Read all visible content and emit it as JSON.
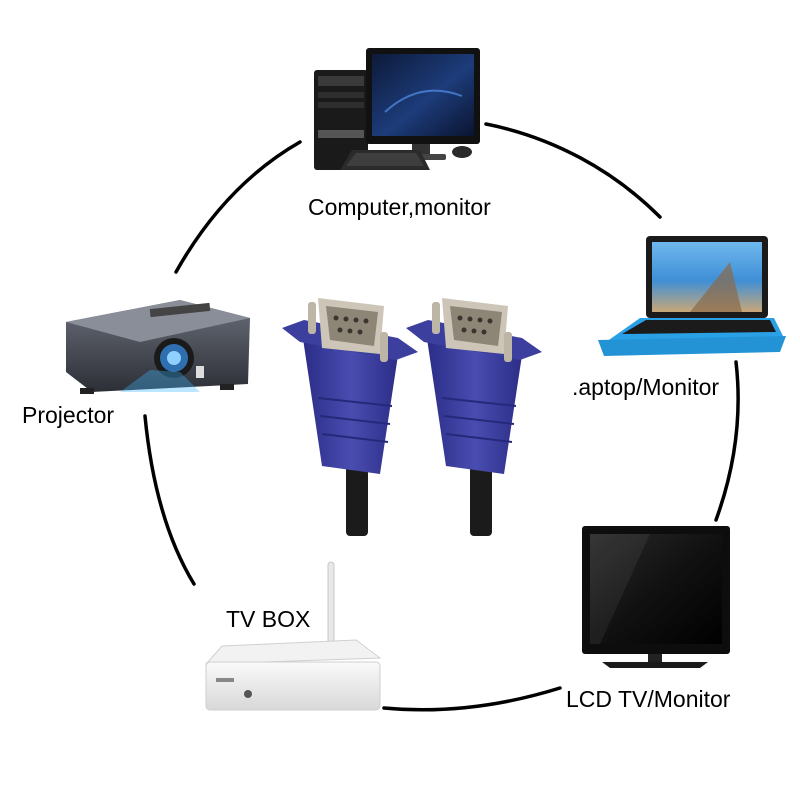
{
  "labels": {
    "computer": "Computer,monitor",
    "laptop": ".aptop/Monitor",
    "projector": "Projector",
    "tv_box": "TV BOX",
    "lcd": "LCD TV/Monitor"
  },
  "icons": {
    "computer": "desktop-computer-icon",
    "laptop": "laptop-icon",
    "projector": "projector-icon",
    "tv_box": "tv-box-icon",
    "lcd": "lcd-tv-icon",
    "cable": "vga-cable-icon"
  },
  "colors": {
    "connector_blue": "#3d3f9e",
    "connector_dark": "#262878",
    "metal": "#c9c2b4",
    "cable_black": "#1b1b1b",
    "ring": "#000000",
    "laptop_screen": "#3f8fd6",
    "laptop_body": "#2aa0e6"
  }
}
